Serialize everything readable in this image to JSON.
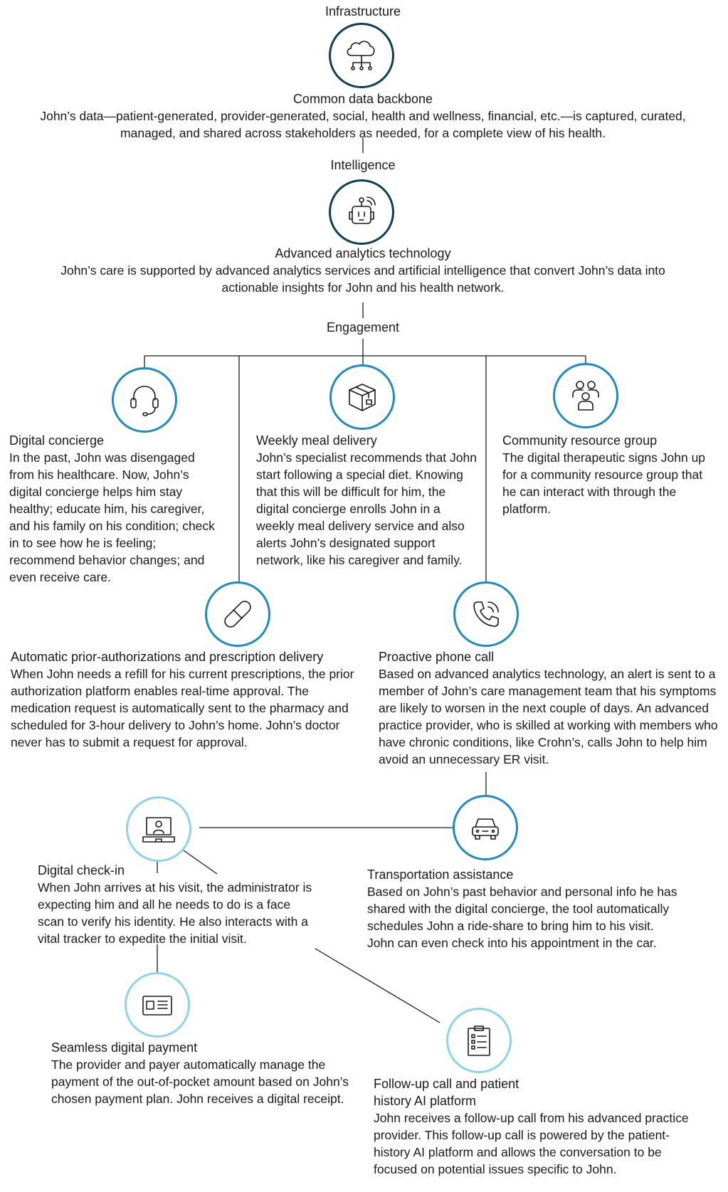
{
  "infrastructure": {
    "heading": "Infrastructure",
    "title": "Common data backbone",
    "description": "John’s data—patient-generated, provider-generated, social, health and wellness, financial, etc.—is captured, curated, managed, and shared across stakeholders as needed, for a complete view of his health.",
    "icon": "cloud-network-icon"
  },
  "intelligence": {
    "heading": "Intelligence",
    "title": "Advanced analytics technology",
    "description": "John’s care is supported by advanced analytics services and artificial intelligence that convert John’s data into actionable insights for John and his health network.",
    "icon": "robot-icon"
  },
  "engagement": {
    "heading": "Engagement",
    "items": [
      {
        "title": "Digital concierge",
        "icon": "headset-icon",
        "description": "In the past, John was disengaged from his healthcare. Now, John’s digital concierge helps him stay healthy; educate him, his caregiver, and his family on his condition; check in to see how he is feeling; recommend behavior changes; and even receive care."
      },
      {
        "title": "Weekly meal delivery",
        "icon": "package-icon",
        "description": "John’s specialist recommends that John start following a special diet. Knowing that this will be difficult for him, the digital concierge enrolls John in a weekly meal delivery service and also alerts John’s designated support network, like his caregiver and family."
      },
      {
        "title": "Community resource group",
        "icon": "people-group-icon",
        "description": "The digital therapeutic signs John up for a community resource group that he can interact with through the platform."
      },
      {
        "title": "Automatic prior-authorizations and prescription delivery",
        "icon": "pill-icon",
        "description": "When John needs a refill for his current prescriptions, the prior authorization platform enables real-time approval. The medication request is automatically sent to the pharmacy and scheduled for 3-hour delivery to John’s home. John’s doctor never has to submit a request for approval."
      },
      {
        "title": "Proactive phone call",
        "icon": "phone-call-icon",
        "description": "Based on advanced analytics technology, an alert is sent to a member of John’s care management team that his symptoms are likely to worsen in the next couple of days. An advanced practice provider, who is skilled at working with members who have chronic conditions, like Crohn’s, calls John to help him avoid an unnecessary ER visit."
      },
      {
        "title": "Transportation assistance",
        "icon": "car-icon",
        "description": "Based on John’s past behavior and personal info he has shared with the digital concierge, the tool automatically schedules John a ride-share to bring him to his visit. John can even check into his appointment in the car."
      },
      {
        "title": "Digital check-in",
        "icon": "laptop-user-icon",
        "description": "When John arrives at his visit, the administrator is expecting him and all he needs to do is a face scan to verify his identity. He also interacts with a vital tracker to expedite the initial visit."
      },
      {
        "title": "Seamless digital payment",
        "icon": "payment-card-icon",
        "description": "The provider and payer automatically manage the payment of the out-of-pocket amount based on John’s chosen payment plan. John receives a digital receipt."
      },
      {
        "title": "Follow-up call and patient history AI platform",
        "icon": "clipboard-list-icon",
        "description": "John receives a follow-up call from his advanced practice provider. This follow-up call is powered by the patient-history AI platform and allows the conversation to be focused on potential issues specific to John."
      }
    ]
  },
  "colors": {
    "dark": "#0e3d56",
    "blue": "#1c8ac4",
    "light": "#8fd2ec",
    "line": "#1a1a1a"
  }
}
